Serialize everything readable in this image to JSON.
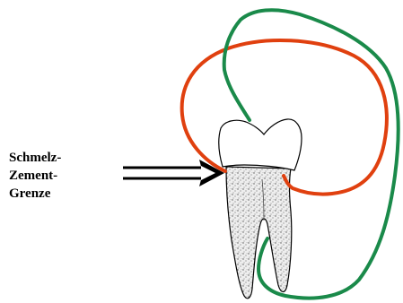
{
  "label": {
    "lines": [
      "Schmelz-",
      "Zement-",
      "Grenze"
    ]
  },
  "colors": {
    "red_curve": "#e0400f",
    "green_curve": "#1a8a4a",
    "arrow": "#000000",
    "tooth_outline": "#000000",
    "crown_fill": "#ffffff",
    "root_fill": "#e6e6e6"
  }
}
